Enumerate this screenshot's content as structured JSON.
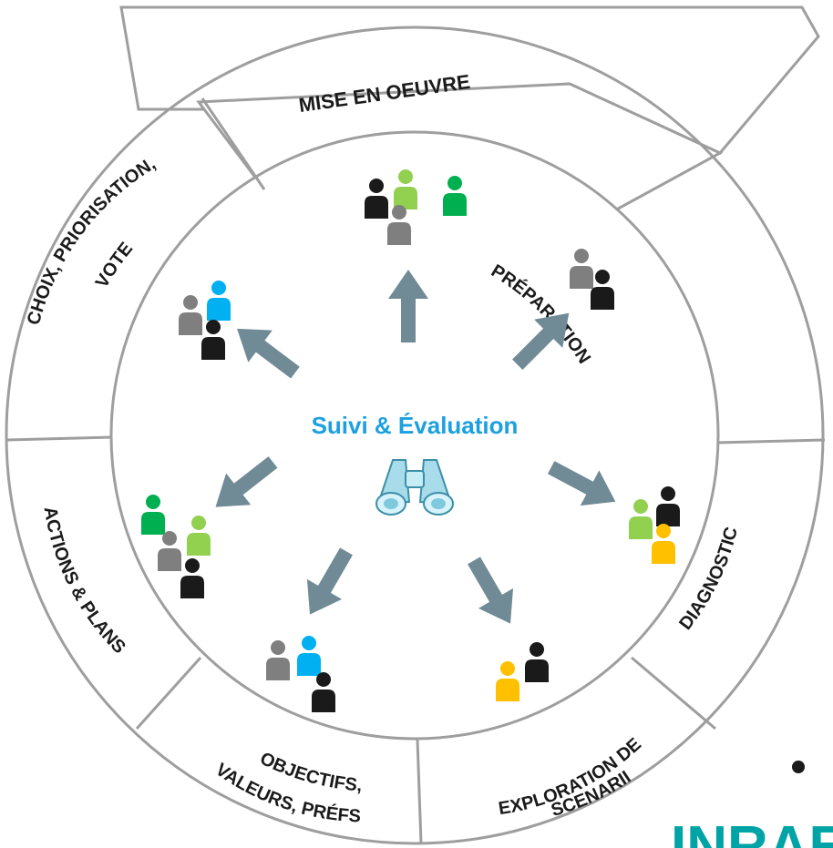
{
  "banner": {
    "label": "MISE EN OEUVRE"
  },
  "center": {
    "title": "Suivi & Évaluation",
    "icon": "binoculars-icon"
  },
  "segments": {
    "preparation": "PRÉPARATION",
    "diagnostic": "DIAGNOSTIC",
    "exploration_1": "EXPLORATION DE",
    "exploration_2": "SCENARII",
    "objectifs_1": "OBJECTIFS,",
    "objectifs_2": "VALEURS, PRÉFS",
    "actions": "ACTIONS & PLANS",
    "choix_1": "CHOIX, PRIORISATION,",
    "choix_2": "VOTE"
  },
  "logo": {
    "text": "INRAE"
  },
  "colors": {
    "ring_stroke": "#9e9e9e",
    "title": "#1ba0e0",
    "arrow": "#708a96",
    "person_black": "#1a1a1a",
    "person_grey": "#7f7f7f",
    "person_lightgreen": "#92d050",
    "person_green": "#00b050",
    "person_blue": "#00b0f0",
    "person_yellow": "#ffc000",
    "logo": "#00a3a6"
  }
}
